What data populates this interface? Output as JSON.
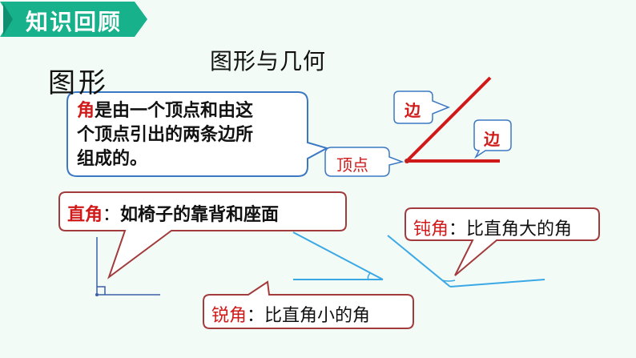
{
  "banner": {
    "title": "知识回顾"
  },
  "main_title": "图形与几何",
  "section_title": "图形",
  "definition": {
    "highlight": "角",
    "line1_rest": "是由一个顶点和由这",
    "line2": "个顶点引出的两条边所",
    "line3": "组成的。"
  },
  "angle_labels": {
    "edge_top": "边",
    "edge_right": "边",
    "vertex": "顶点"
  },
  "right_angle": {
    "name": "直角",
    "sep": "：",
    "desc": "如椅子的靠背和座面"
  },
  "obtuse_angle": {
    "name": "钝角",
    "sep": "：",
    "desc": "比直角大的角"
  },
  "acute_angle": {
    "name": "锐角",
    "sep": "：",
    "desc": "比直角小的角"
  },
  "colors": {
    "banner": "#17b18c",
    "box_border": "#3b78c3",
    "callout_border": "#a23c3c",
    "line_blue": "#3ba8e6",
    "red": "#d01a1a"
  }
}
